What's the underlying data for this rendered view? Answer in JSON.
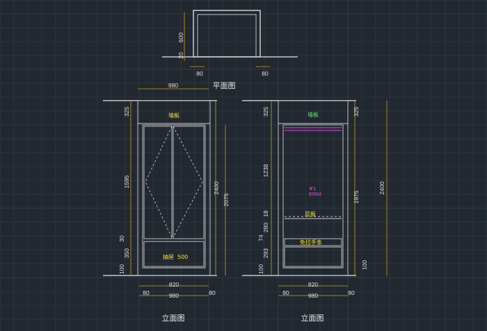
{
  "colors": {
    "background": "#212830",
    "dimension": "#c9a227",
    "outline": "#e8e8e8",
    "label_yellow": "#f2e33a",
    "label_magenta": "#e04de0",
    "label_green": "#6ee06e"
  },
  "plan": {
    "title": "平面图",
    "dims": {
      "depth": "600",
      "base": "20",
      "left_side": "80",
      "right_side": "80",
      "width": "980"
    }
  },
  "elev_left": {
    "title": "立面图",
    "labels": {
      "wall_board": "墙板",
      "drawer": "抽屉",
      "drawer_size": "500"
    },
    "dims": {
      "top": "325",
      "door": "1595",
      "gap": "30",
      "drawer_h": "350",
      "base": "100",
      "total_inner": "2400",
      "door_total": "2075",
      "width_inner": "820",
      "side_left": "80",
      "width_total": "980",
      "side_right": "80"
    }
  },
  "elev_right": {
    "title": "立面图",
    "labels": {
      "wall_board": "墙板",
      "mark1": "#1",
      "mark2": "600d",
      "shelf": "层板",
      "drawer": "免拉手条"
    },
    "dims": {
      "top_l": "325",
      "upper": "1238",
      "shelf": "18",
      "mid": "280",
      "gap": "74",
      "drawer_h": "293",
      "base_l": "100",
      "top_r": "325",
      "body_r": "1975",
      "base_r": "100",
      "total": "2400",
      "width_inner": "820",
      "side_left": "80",
      "width_total": "980",
      "side_right": "80"
    }
  }
}
